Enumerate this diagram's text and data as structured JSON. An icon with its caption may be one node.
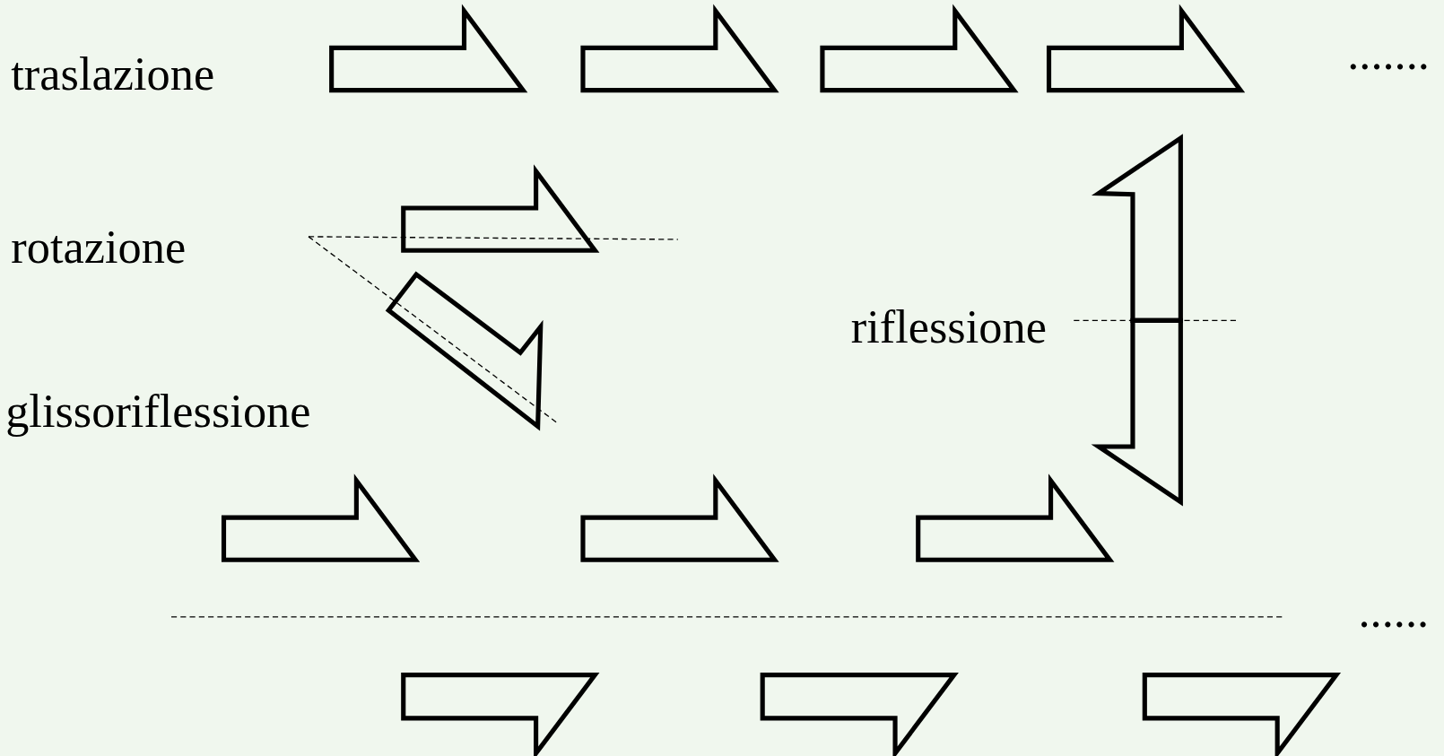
{
  "diagram": {
    "labels": [
      "traslazione",
      ".......",
      "rotazione",
      "riflessione",
      "glissoriflessione",
      "......"
    ]
  }
}
